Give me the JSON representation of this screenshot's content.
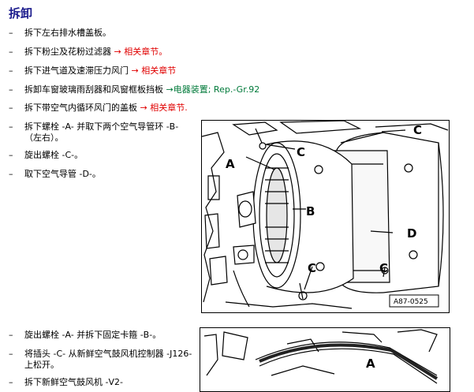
{
  "title": "拆卸",
  "steps_group1": [
    {
      "text": "拆下左右排水槽盖板。",
      "link": ""
    },
    {
      "text": "拆下粉尘及花粉过滤器 ",
      "link": "→ 相关章节。"
    },
    {
      "text": "拆下进气道及速滞压力风门 ",
      "link": "→ 相关章节"
    },
    {
      "text": "拆卸车窗玻璃雨刮器和风窗框板挡板 ",
      "link": "→电器装置; Rep.-Gr.92"
    },
    {
      "text": "拆下带空气内循环风门的盖板 ",
      "link": "→ 相关章节."
    }
  ],
  "steps_group2": [
    {
      "line1": "拆下螺栓 -A- 并取下两个空气导管环 -B-",
      "line2": "（左右）。"
    },
    {
      "line1": "旋出螺栓 -C-。",
      "line2": ""
    },
    {
      "line1": "取下空气导管 -D-。",
      "line2": ""
    }
  ],
  "steps_group3": [
    {
      "line1": "旋出螺栓 -A- 并拆下固定卡箍 -B-。",
      "line2": ""
    },
    {
      "line1": "将插头 -C- 从新鲜空气鼓风机控制器 -J126-",
      "line2": "上松开。"
    },
    {
      "line1": "拆下新鲜空气鼓风机 -V2-",
      "line2": ""
    }
  ],
  "figure1": {
    "labels": {
      "a": "A",
      "b": "B",
      "c_top": "C",
      "c_top_right": "C",
      "c_bottom_left": "C",
      "c_bottom_right": "C",
      "d": "D"
    },
    "ref": "A87-0525"
  },
  "figure2": {
    "labels": {
      "a": "A"
    }
  }
}
